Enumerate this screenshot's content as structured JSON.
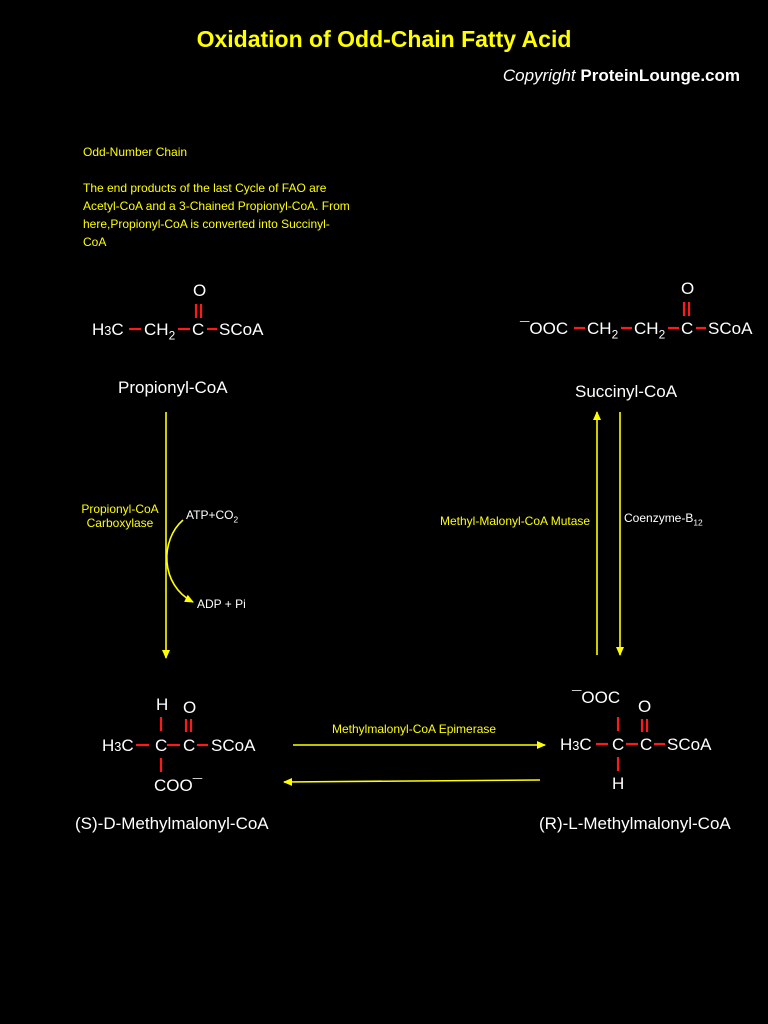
{
  "title": "Oxidation of Odd-Chain Fatty Acid",
  "copyright": {
    "word": "Copyright",
    "brand": "ProteinLounge.com"
  },
  "intro": {
    "heading": "Odd-Number Chain",
    "body": "The end products of the last Cycle of FAO are Acetyl-CoA and a 3-Chained Propionyl-CoA. From here,Propionyl-CoA is converted into Succinyl-CoA"
  },
  "propionyl": {
    "h3c": "H3C",
    "ch2": "CH2",
    "c": "C",
    "o": "O",
    "scoa": "SCoA",
    "name": "Propionyl-CoA"
  },
  "succinyl": {
    "ooc": "¯OOC",
    "ch2a": "CH2",
    "ch2b": "CH2",
    "c": "C",
    "o": "O",
    "scoa": "SCoA",
    "name": "Succinyl-CoA"
  },
  "s_methylmalonyl": {
    "h3c": "H3C",
    "c1": "C",
    "c2": "C",
    "h": "H",
    "o": "O",
    "scoa": "SCoA",
    "coo": "COO¯",
    "name": "(S)-D-Methylmalonyl-CoA"
  },
  "r_methylmalonyl": {
    "h3c": "H3C",
    "c1": "C",
    "c2": "C",
    "h": "H",
    "o": "O",
    "scoa": "SCoA",
    "ooc": "¯OOC",
    "name": "(R)-L-Methylmalonyl-CoA"
  },
  "enzymes": {
    "carboxylase_line1": "Propionyl-CoA",
    "carboxylase_line2": "Carboxylase",
    "mutase": "Methyl-Malonyl-CoA Mutase",
    "epimerase": "Methylmalonyl-CoA Epimerase"
  },
  "cofactors": {
    "atp_co2": "ATP+CO",
    "atp_co2_sub": "2",
    "adp_pi": "ADP + Pi",
    "coenzyme": "Coenzyme-B",
    "coenzyme_sub": "12"
  },
  "colors": {
    "background": "#000000",
    "accent": "#ffff00",
    "bond": "#ff1a1a",
    "text": "#ffffff"
  }
}
